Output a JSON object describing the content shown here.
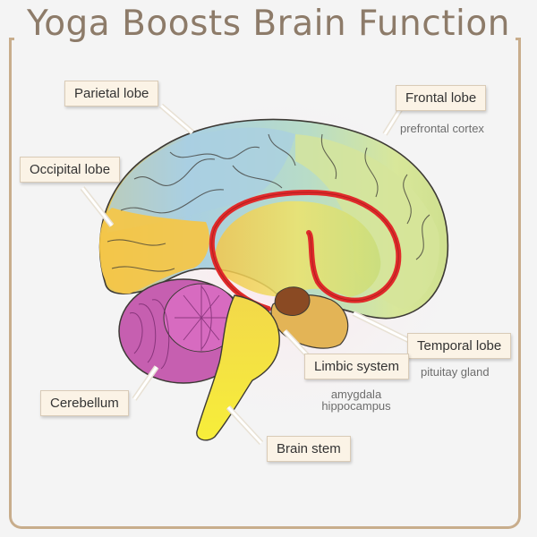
{
  "title": "Yoga Boosts Brain Function",
  "labels": {
    "parietal": "Parietal lobe",
    "frontal": "Frontal lobe",
    "frontal_sub": "prefrontal cortex",
    "occipital": "Occipital lobe",
    "temporal": "Temporal lobe",
    "temporal_sub": "pituitay gland",
    "limbic": "Limbic system",
    "limbic_sub_1": "amygdala",
    "limbic_sub_2": "hippocampus",
    "cerebellum": "Cerebellum",
    "brainstem": "Brain stem"
  },
  "colors": {
    "frame": "#c8ad8c",
    "title": "#8d7b69",
    "parietal": "#a9cfe2",
    "frontal": "#d6e59a",
    "occipital": "#f3c64a",
    "temporal": "#e3b456",
    "cerebellum": "#c65fb0",
    "brainstem": "#f3e23a",
    "limbic": "#e02a2a"
  }
}
